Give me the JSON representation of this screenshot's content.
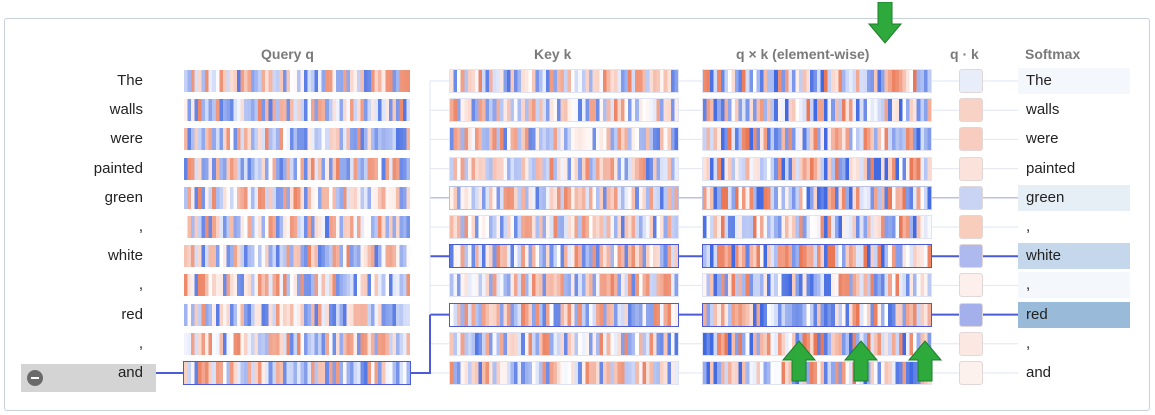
{
  "headers": {
    "query": "Query q",
    "key": "Key k",
    "product": "q × k (element-wise)",
    "dot": "q · k",
    "softmax": "Softmax"
  },
  "tokens": [
    "The",
    "walls",
    "were",
    "painted",
    "green",
    ",",
    "white",
    ",",
    "red",
    ",",
    "and"
  ],
  "selected_token_index": 10,
  "dot_colors": [
    "#e8eef9",
    "#f8d2c4",
    "#f8cdbf",
    "#fbe2da",
    "#c9d3f3",
    "#f8cdbc",
    "#adb9ef",
    "#fdf0ec",
    "#a4b0ec",
    "#fbe8e2",
    "#fdf1ee"
  ],
  "softmax_weights": [
    0.04,
    0.0,
    0.0,
    0.0,
    0.14,
    0.0,
    0.35,
    0.03,
    0.6,
    0.0,
    0.0
  ],
  "colors": {
    "accent": "#4b5bd6",
    "arrow_green": "#2eaa3c",
    "softmax_blue": "#8fb3d6"
  },
  "icons": {
    "deselect": "minus-circle-icon",
    "highlight": "arrow-icon"
  }
}
